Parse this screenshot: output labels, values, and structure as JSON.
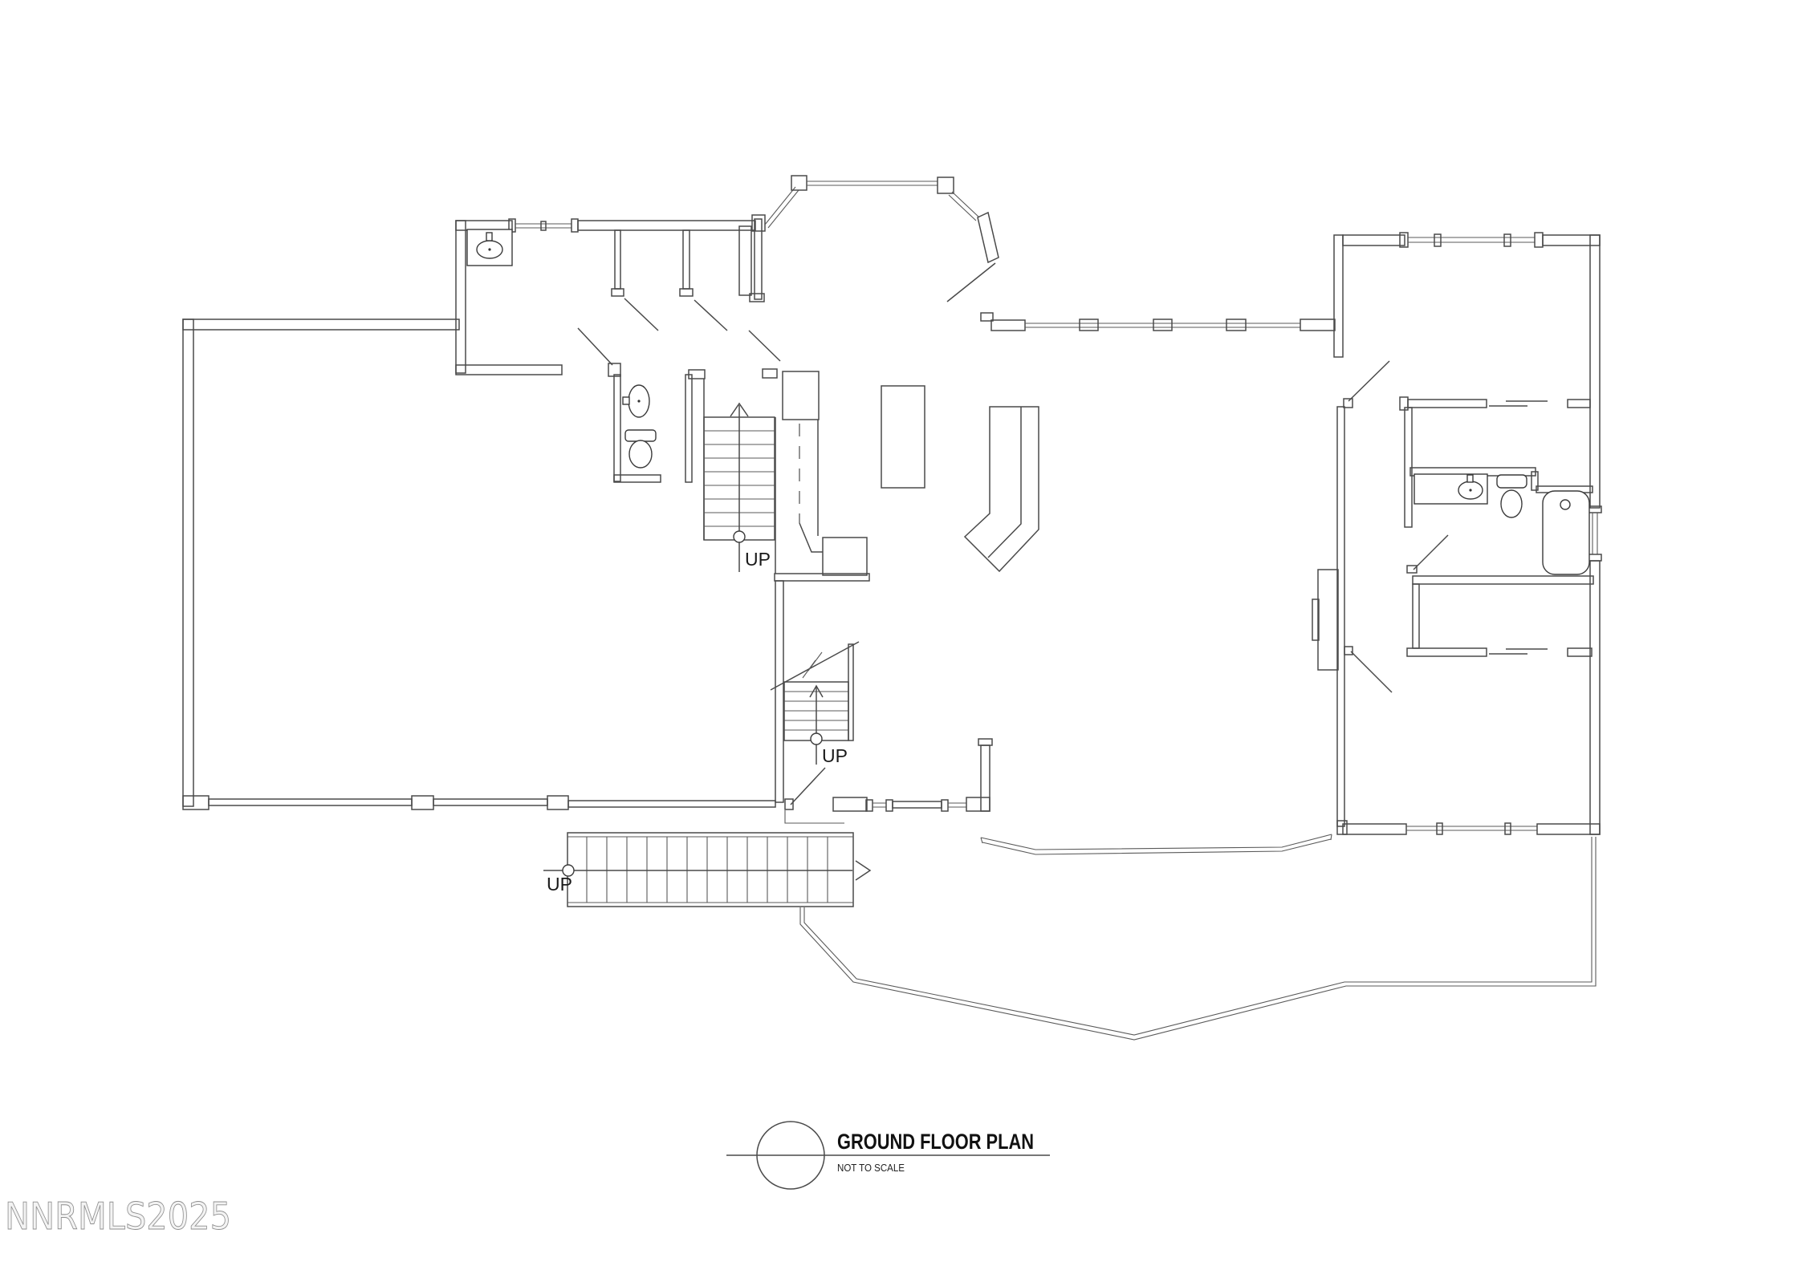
{
  "document": {
    "type": "architectural floor plan",
    "colors": {
      "background": "#ffffff",
      "line": "#4a4a4a",
      "text": "#1a1a1a",
      "watermark_fill": "#f3f3f3",
      "watermark_stroke": "#8f8f8f"
    }
  },
  "labels": {
    "up_main": "UP",
    "up_lower": "UP",
    "up_exterior": "UP"
  },
  "title_block": {
    "title": "GROUND FLOOR PLAN",
    "subtitle": "NOT TO SCALE",
    "symbol": "circle-with-datum-line"
  },
  "watermark": {
    "text": "NNRMLS2025"
  },
  "fixtures": {
    "utility_sink": "oval sink in counter",
    "powder_room_sink": "pedestal sink",
    "powder_room_toilet": "toilet",
    "bathroom_vanity_sink": "oval sink in vanity",
    "bathroom_toilet": "toilet",
    "bathroom_tub": "bathtub with drain"
  }
}
